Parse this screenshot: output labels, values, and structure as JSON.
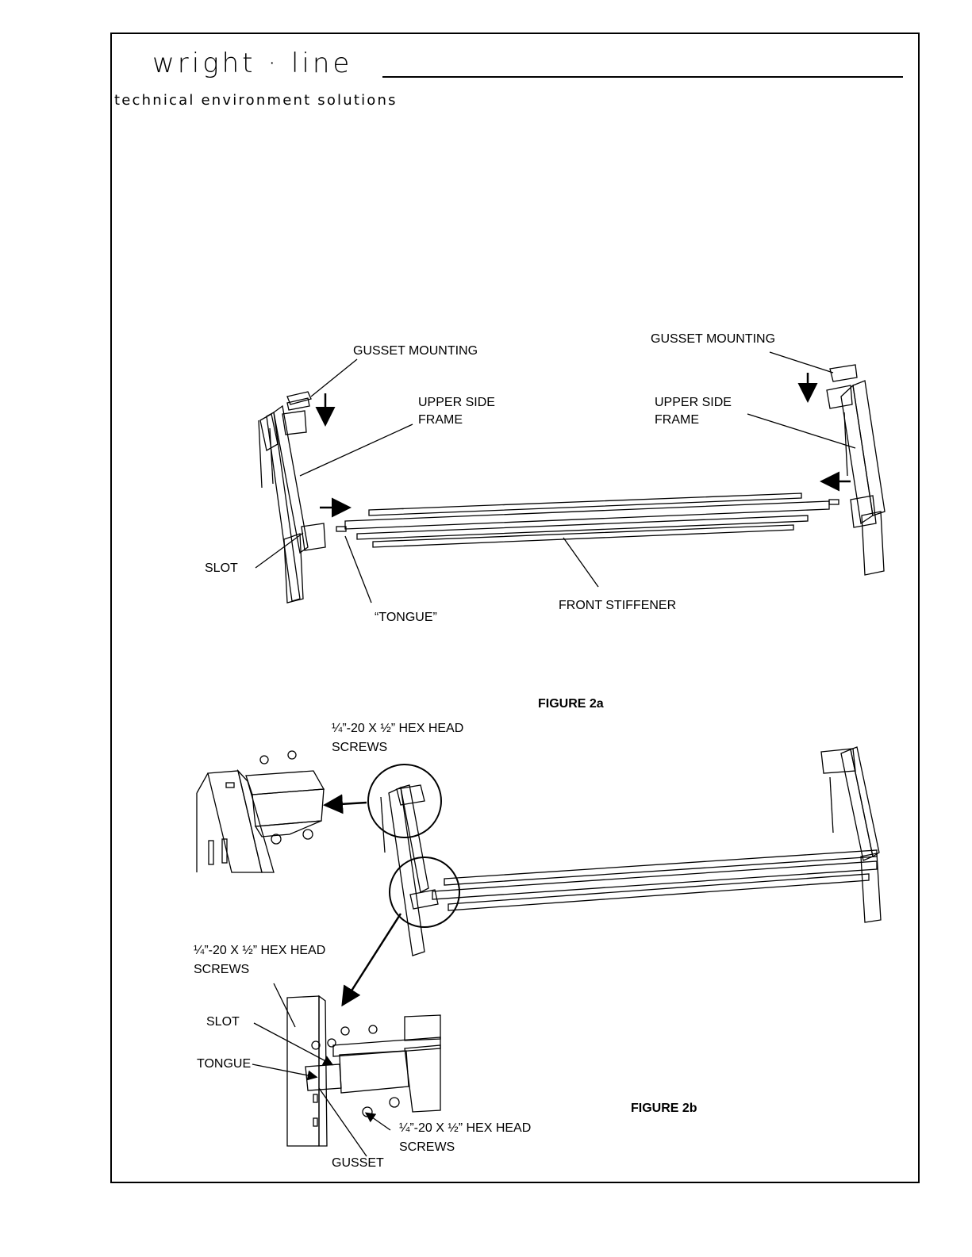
{
  "header": {
    "brand": "wright · line",
    "tagline": "technical environment solutions"
  },
  "figure_2a": {
    "caption": "FIGURE 2a",
    "labels": {
      "gusset_left": "GUSSET MOUNTING",
      "gusset_right": "GUSSET MOUNTING",
      "upper_left_1": "UPPER SIDE",
      "upper_left_2": "FRAME",
      "upper_right_1": "UPPER SIDE",
      "upper_right_2": "FRAME",
      "slot": "SLOT",
      "tongue": "“TONGUE”",
      "front_stiffener": "FRONT STIFFENER"
    }
  },
  "figure_2b": {
    "caption": "FIGURE 2b",
    "labels": {
      "screws_top_1": "¼”-20 X ½”  HEX HEAD",
      "screws_top_2": "SCREWS",
      "screws_left_1": "¼”-20 X ½” HEX HEAD",
      "screws_left_2": "SCREWS",
      "slot": "SLOT",
      "tongue": "TONGUE",
      "gusset": "GUSSET",
      "screws_bottom_1": "¼”-20 X ½” HEX HEAD",
      "screws_bottom_2": "SCREWS"
    }
  }
}
